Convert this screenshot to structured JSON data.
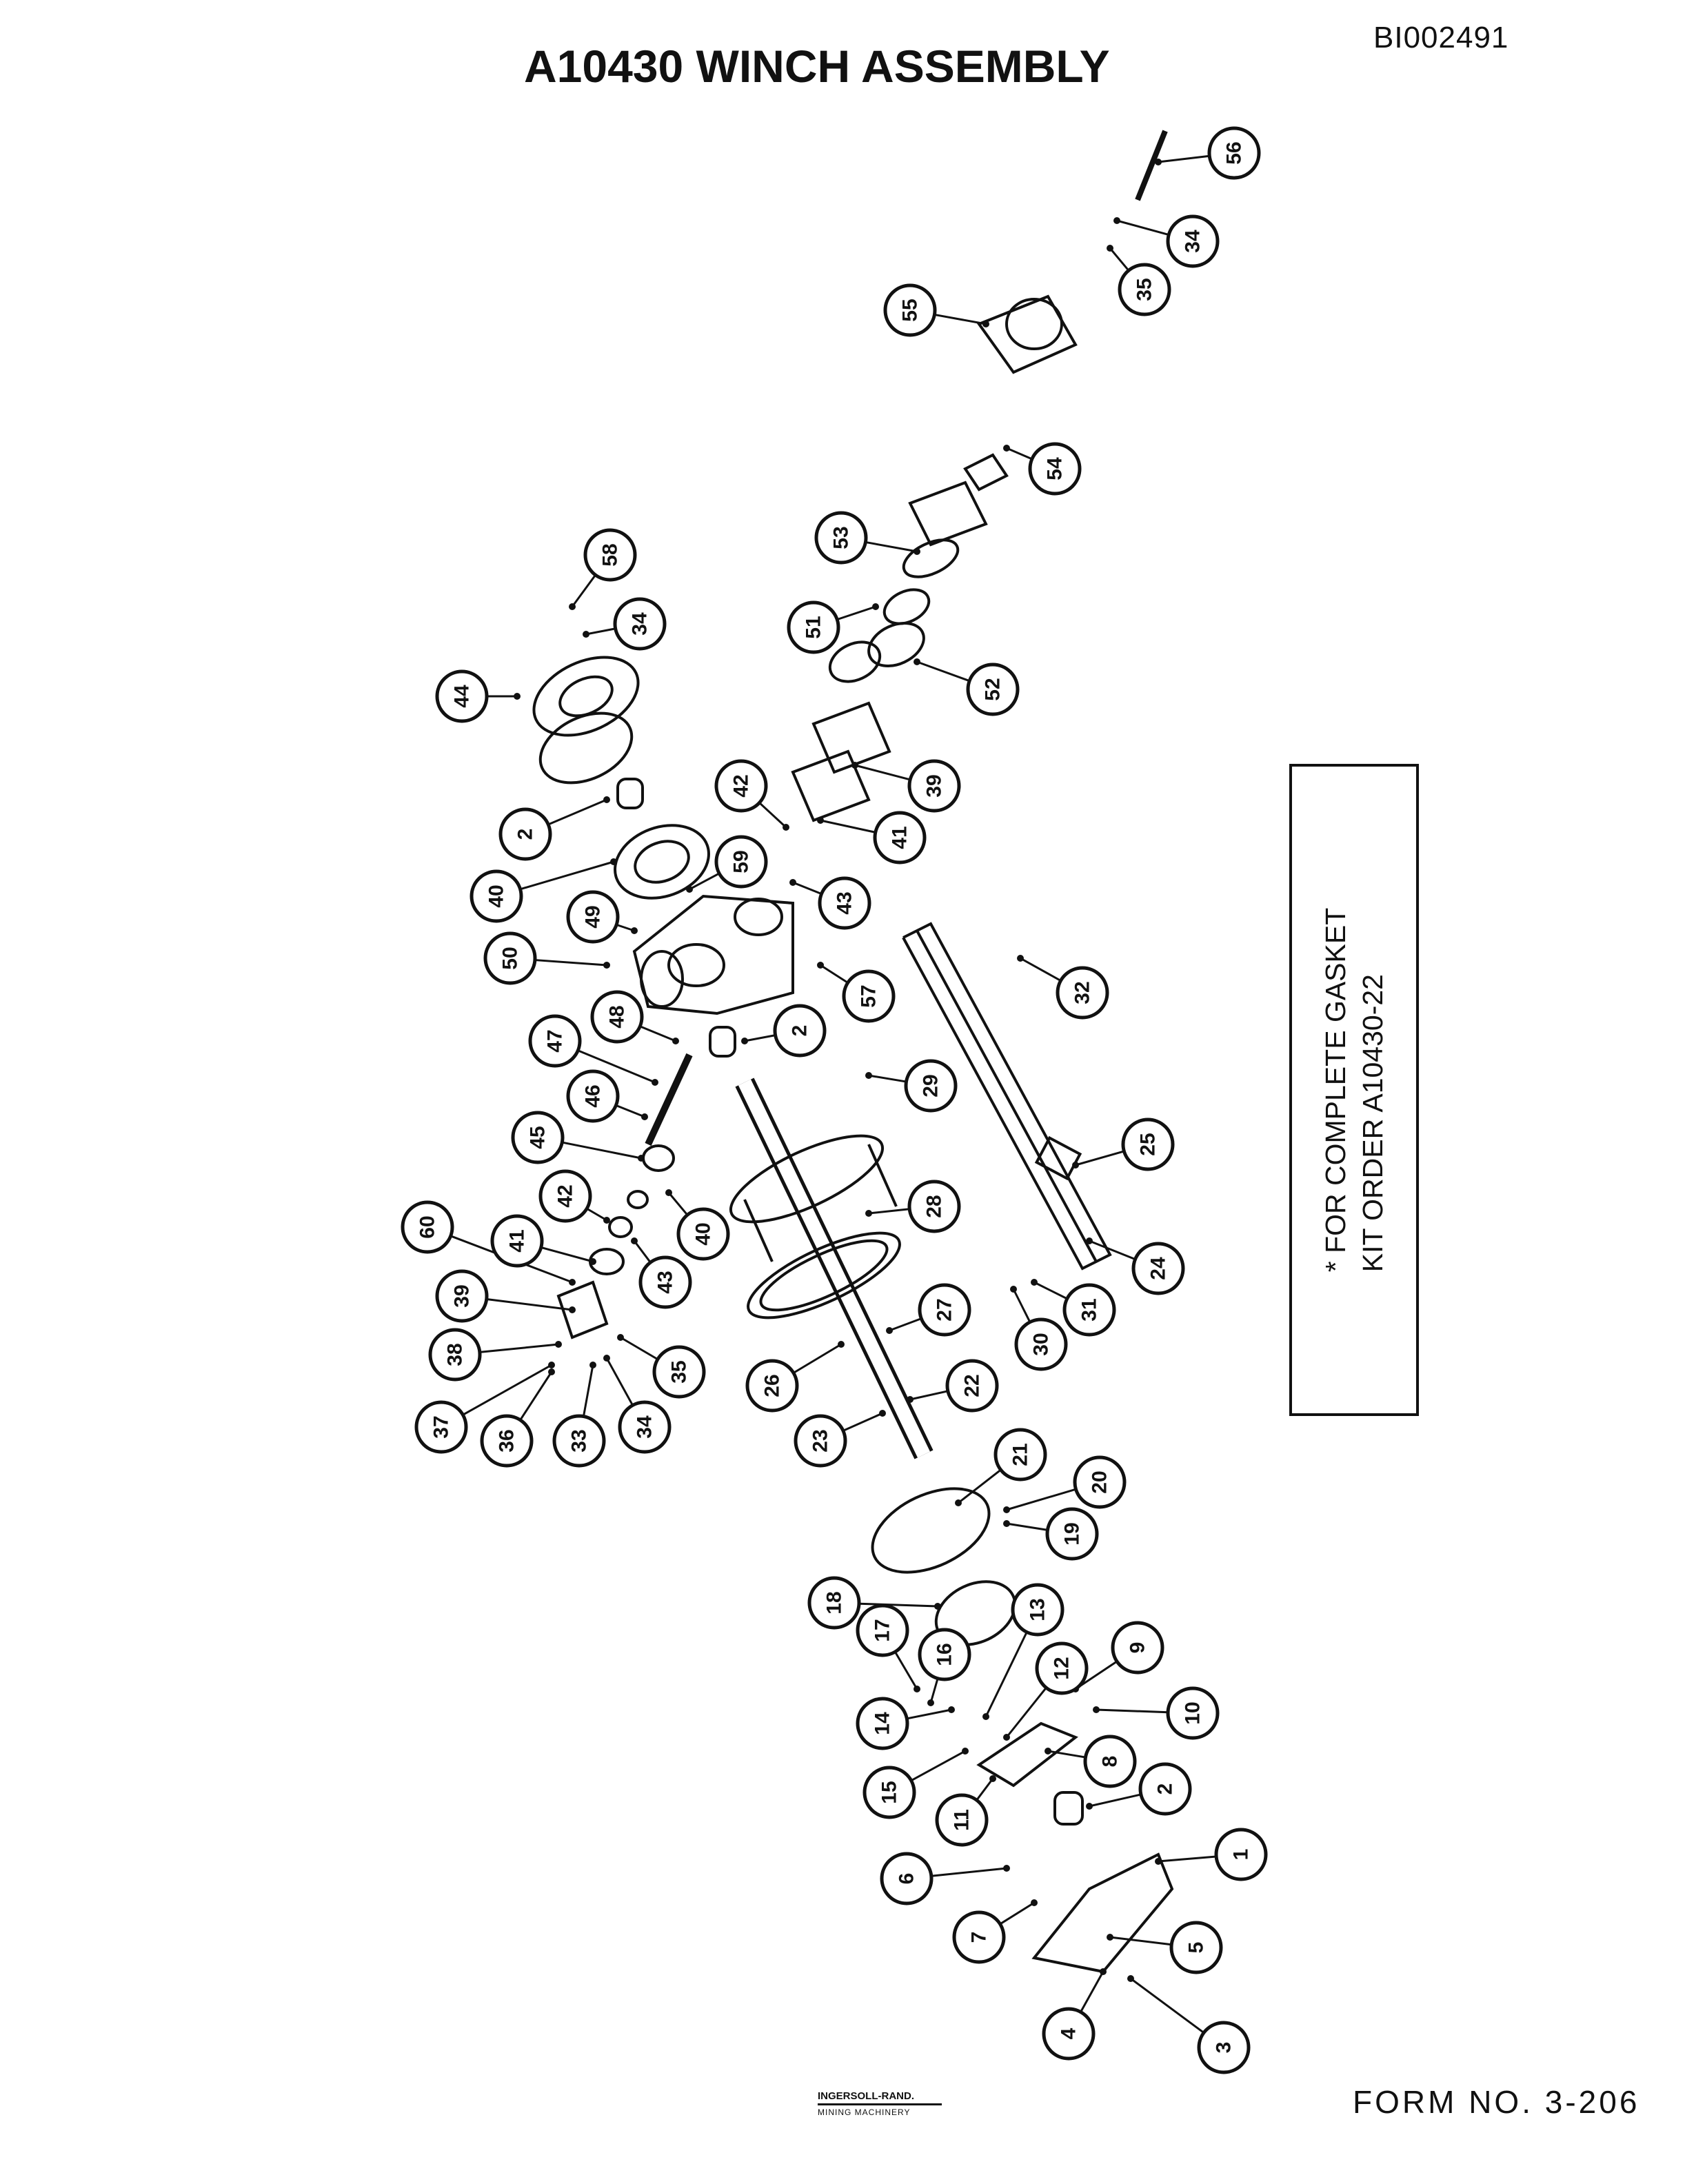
{
  "document_id": "BI002491",
  "title": "A10430 WINCH ASSEMBLY",
  "note": {
    "line1": "* FOR COMPLETE GASKET",
    "line2": "KIT ORDER A10430-22"
  },
  "form_number": "FORM NO. 3-206",
  "logo": {
    "line1": "INGERSOLL-RAND.",
    "line2": "MINING MACHINERY"
  },
  "callouts": [
    "56",
    "34",
    "35",
    "55",
    "54",
    "53",
    "51",
    "52",
    "39",
    "41",
    "42",
    "43",
    "59",
    "57",
    "58",
    "34",
    "44",
    "2",
    "40",
    "49",
    "50",
    "48",
    "47",
    "46",
    "45",
    "2",
    "42",
    "40",
    "60",
    "41",
    "43",
    "39",
    "38",
    "35",
    "37",
    "36",
    "33",
    "34",
    "29",
    "28",
    "26",
    "27",
    "23",
    "22",
    "32",
    "25",
    "24",
    "31",
    "30",
    "21",
    "20",
    "19",
    "18",
    "17",
    "16",
    "14",
    "15",
    "13",
    "12",
    "9",
    "10",
    "8",
    "11",
    "2",
    "1",
    "6",
    "7",
    "5",
    "4",
    "3"
  ]
}
